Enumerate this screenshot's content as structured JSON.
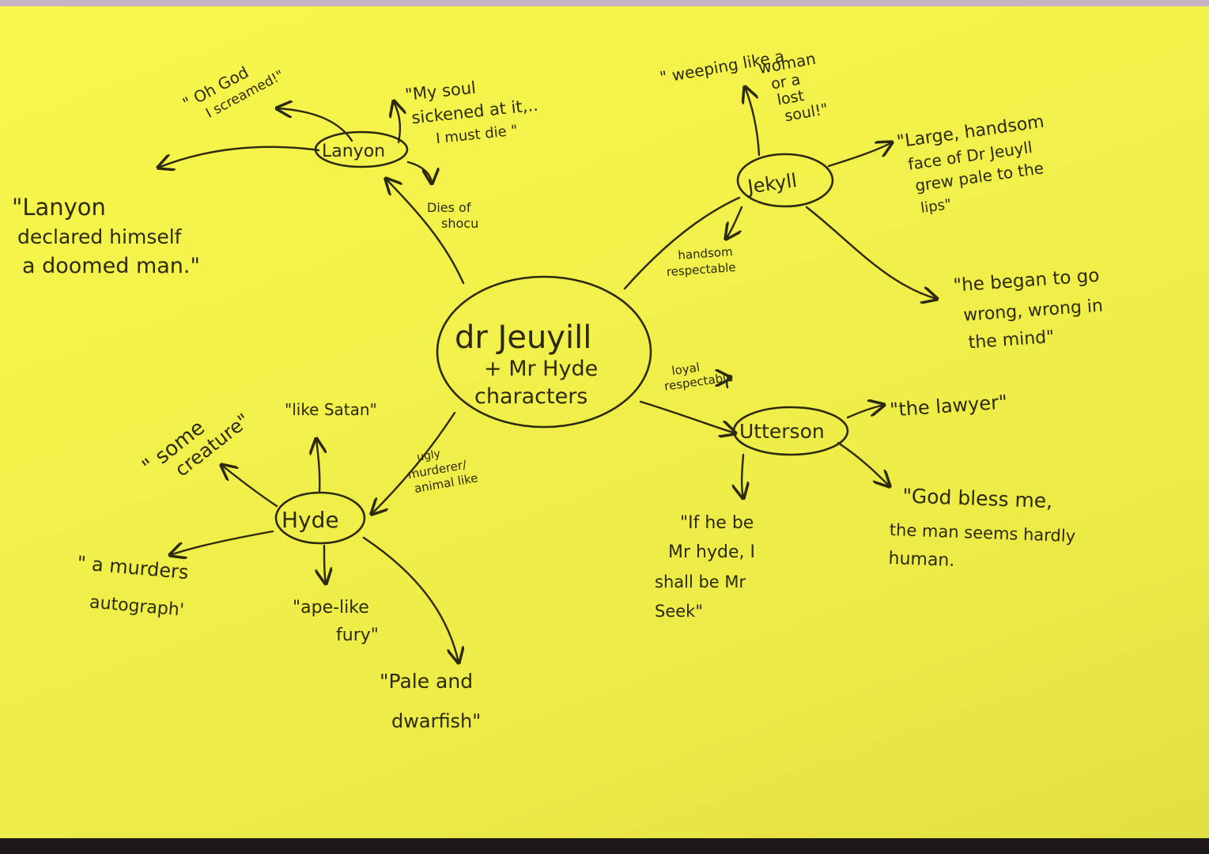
{
  "center": {
    "line1": "dr Jeuyill",
    "line2": "+ Mr Hyde",
    "line3": "characters"
  },
  "nodes": {
    "lanyon": "Lanyon",
    "jekyll": "Jekyll",
    "hyde": "Hyde",
    "utterson": "Utterson"
  },
  "lanyon": {
    "link_label": [
      "Dies of",
      "shocu"
    ],
    "quote_oh_god": [
      "\" Oh God",
      "I screamed!\""
    ],
    "quote_soul": [
      "\"My soul",
      "sickened at it,..",
      "I must die \""
    ],
    "quote_doomed": [
      "\"Lanyon",
      "declared himself",
      "a doomed man.\""
    ]
  },
  "jekyll": {
    "link_label": [
      "handsom",
      "respectable"
    ],
    "quote_weeping": [
      "\" weeping like a",
      "woman",
      "or a",
      "lost",
      "soul!\""
    ],
    "quote_face": [
      "\"Large, handsom",
      "face of Dr Jeuyll",
      "grew pale to the",
      "lips\""
    ],
    "quote_wrong": [
      "\"he began to go",
      "wrong, wrong in",
      "the mind\""
    ]
  },
  "hyde": {
    "link_label": [
      "ugly",
      "murderer/",
      "animal like"
    ],
    "quote_creature": [
      "\" some",
      "creature\""
    ],
    "quote_satan": "\"like Satan\"",
    "quote_autograph": [
      "\" a murders",
      "autograph'"
    ],
    "quote_ape": [
      "\"ape-like",
      "fury\""
    ],
    "quote_pale": [
      "\"Pale and",
      "dwarfish\""
    ]
  },
  "utterson": {
    "link_label": [
      "loyal",
      "respectable"
    ],
    "quote_lawyer": "\"the lawyer\"",
    "quote_if_he": [
      "\"If he be",
      "Mr hyde, I",
      "shall be Mr",
      "Seek\""
    ],
    "quote_god_bless": [
      "\"God bless me,",
      "the man seems hardly",
      "human."
    ]
  },
  "colors": {
    "paper": "#f2f04a",
    "ink": "#2c2a0c",
    "background": "#2a2326"
  }
}
